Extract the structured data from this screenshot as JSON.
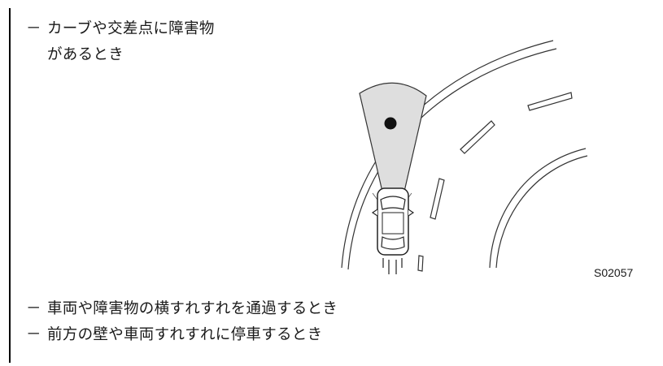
{
  "bullets_top": {
    "dash": "－",
    "line1": "カーブや交差点に障害物",
    "line2": "があるとき"
  },
  "bullets_bottom": [
    {
      "dash": "－",
      "text": "車両や障害物の横すれすれを通過するとき"
    },
    {
      "dash": "－",
      "text": "前方の壁や車両すれすれに停車するとき"
    }
  ],
  "figure": {
    "code": "S02057"
  }
}
